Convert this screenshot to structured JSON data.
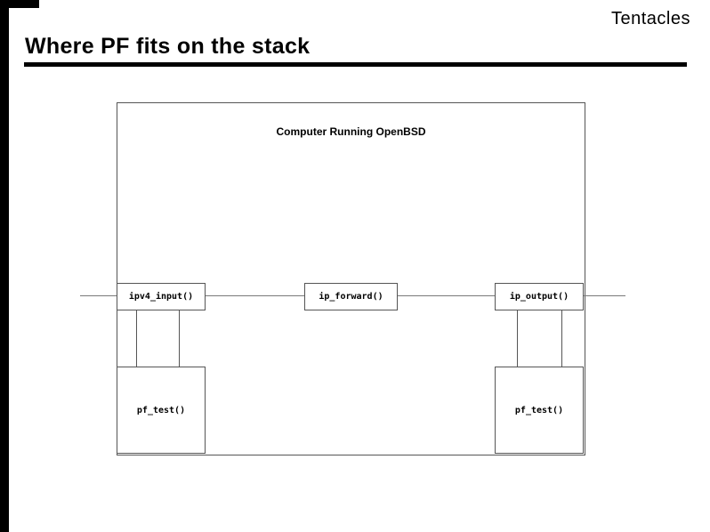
{
  "slide": {
    "brand": "Tentacles",
    "title": "Where PF fits on the stack"
  },
  "diagram": {
    "computer_box_label": "Computer Running OpenBSD",
    "ipv4_input_label": "ipv4_input()",
    "ip_forward_label": "ip_forward()",
    "ip_output_label": "ip_output()",
    "pf_test_left_label": "pf_test()",
    "pf_test_right_label": "pf_test()"
  },
  "colors": {
    "border_bar": "#000000",
    "box_line": "#555555",
    "wire_line": "#7a7a7a",
    "background": "#ffffff"
  }
}
